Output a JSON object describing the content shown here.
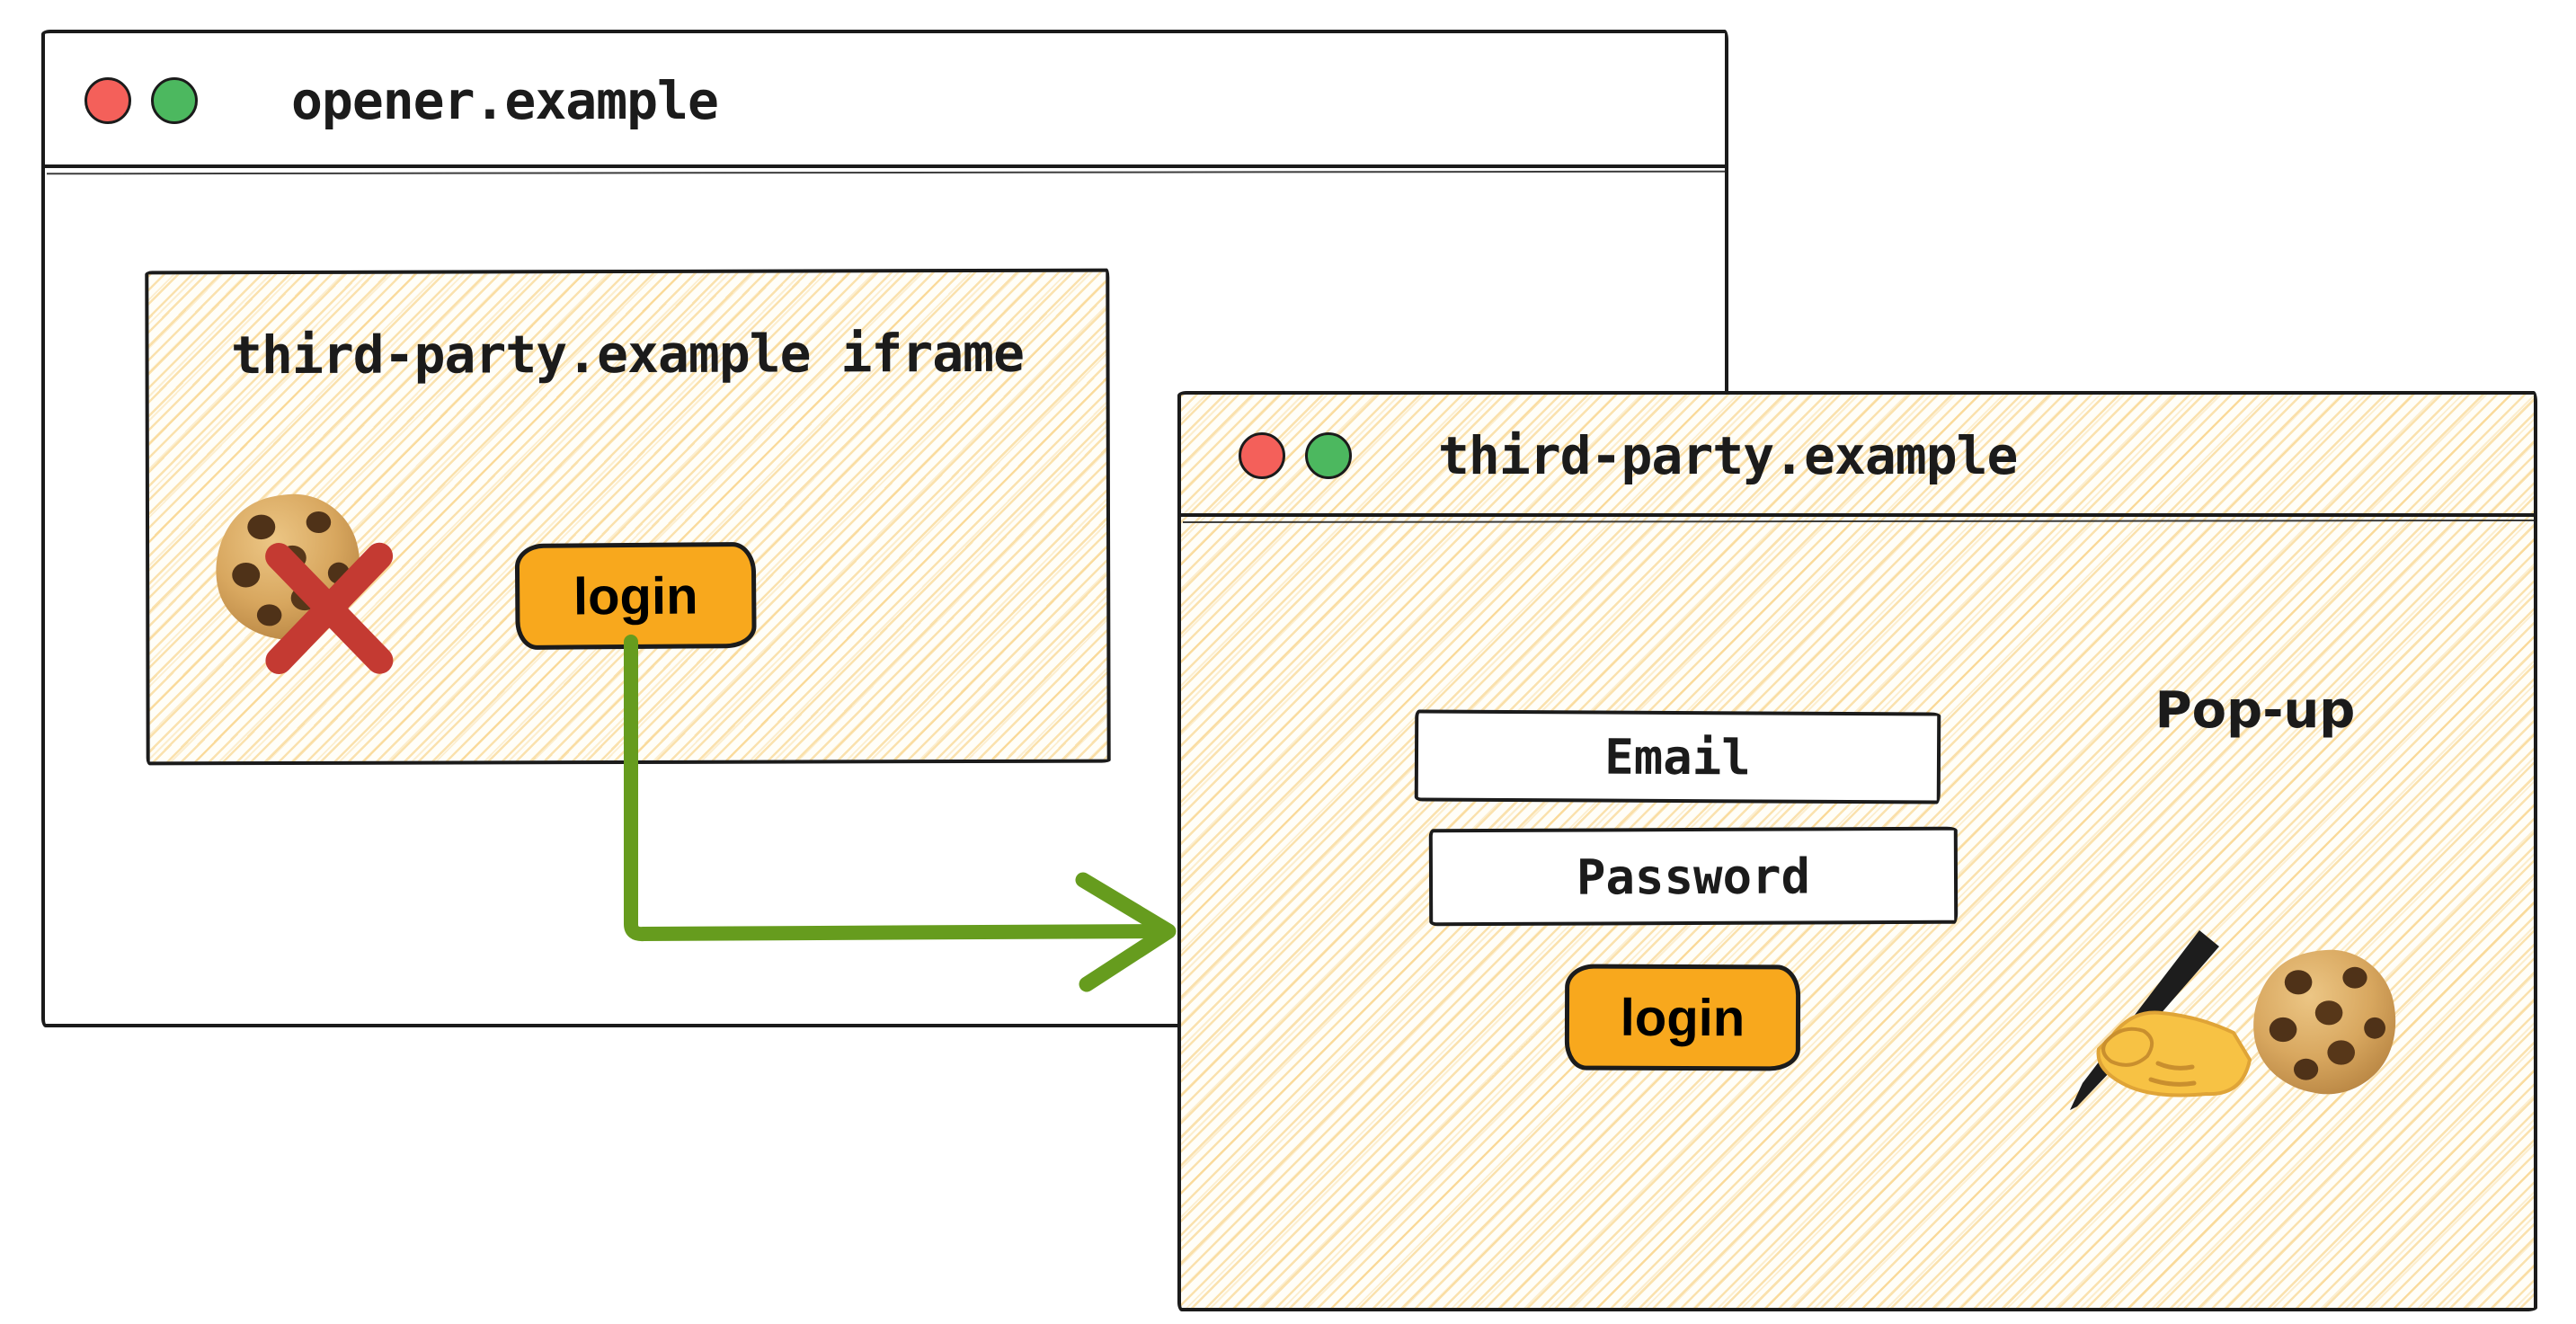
{
  "opener_window": {
    "title": "opener.example",
    "iframe": {
      "label": "third-party.example iframe",
      "login_label": "login",
      "cookie_status": "blocked"
    }
  },
  "popup_window": {
    "title": "third-party.example",
    "popup_label": "Pop-up",
    "email_label": "Email",
    "password_label": "Password",
    "login_label": "login"
  },
  "icons": {
    "opener_titlebar": [
      "traffic-light-red-icon",
      "traffic-light-green-icon"
    ],
    "popup_titlebar": [
      "traffic-light-red-icon",
      "traffic-light-green-icon"
    ],
    "iframe_body": [
      "cookie-icon",
      "blocked-cross-icon"
    ],
    "popup_body": [
      "writing-hand-icon",
      "cookie-icon"
    ],
    "connector": "green-elbow-arrow"
  },
  "colors": {
    "ink": "#1b1b1b",
    "accent_orange": "#f8a81d",
    "arrow_green": "#669c1e",
    "blocked_red": "#c43a32",
    "traffic_red": "#f4605a",
    "traffic_green": "#4cb85f",
    "hatch": "#f6dfa8"
  }
}
